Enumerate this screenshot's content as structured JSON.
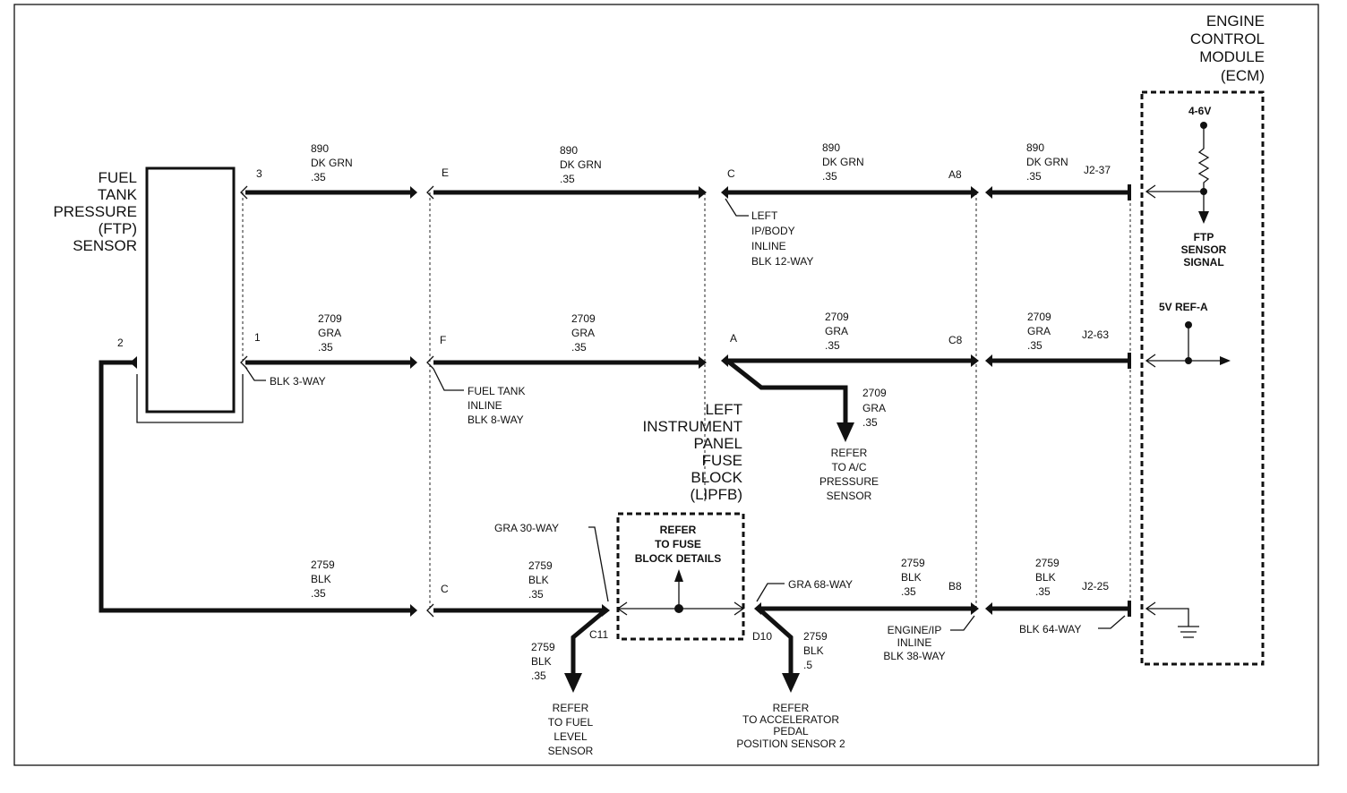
{
  "components": {
    "ecm": [
      "ENGINE",
      "CONTROL",
      "MODULE",
      "(ECM)"
    ],
    "ftp_sensor": [
      "FUEL",
      "TANK",
      "PRESSURE",
      "(FTP)",
      "SENSOR"
    ],
    "lipfb": [
      "LEFT",
      "INSTRUMENT",
      "PANEL",
      "FUSE",
      "BLOCK",
      "(LIPFB)"
    ],
    "fuse_block_ref": [
      "REFER",
      "TO FUSE",
      "BLOCK DETAILS"
    ],
    "ftp_signal": [
      "FTP",
      "SENSOR",
      "SIGNAL"
    ],
    "voltage": "4-6V",
    "ref_5v": "5V REF-A"
  },
  "pins": {
    "ftp_3": "3",
    "ftp_1": "1",
    "ftp_2": "2",
    "e": "E",
    "f": "F",
    "c1": "C",
    "c2": "C",
    "a": "A",
    "a8": "A8",
    "c8": "C8",
    "b8": "B8",
    "j2_37": "J2-37",
    "j2_63": "J2-63",
    "j2_25": "J2-25",
    "c11": "C11",
    "d10": "D10"
  },
  "connectors": {
    "blk_3way": "BLK 3-WAY",
    "fuel_tank_inline": [
      "FUEL TANK",
      "INLINE",
      "BLK 8-WAY"
    ],
    "left_ip_body": [
      "LEFT",
      "IP/BODY",
      "INLINE",
      "BLK 12-WAY"
    ],
    "gra_30way": "GRA 30-WAY",
    "gra_68way": "GRA 68-WAY",
    "engine_ip_inline": [
      "ENGINE/IP",
      "INLINE",
      "BLK 38-WAY"
    ],
    "blk_64way": "BLK 64-WAY"
  },
  "wires": {
    "w890_1": [
      "890",
      "DK GRN",
      ".35"
    ],
    "w890_2": [
      "890",
      "DK GRN",
      ".35"
    ],
    "w890_3": [
      "890",
      "DK GRN",
      ".35"
    ],
    "w890_4": [
      "890",
      "DK GRN",
      ".35"
    ],
    "w2709_1": [
      "2709",
      "GRA",
      ".35"
    ],
    "w2709_2": [
      "2709",
      "GRA",
      ".35"
    ],
    "w2709_3": [
      "2709",
      "GRA",
      ".35"
    ],
    "w2709_4": [
      "2709",
      "GRA",
      ".35"
    ],
    "w2709_branch": [
      "2709",
      "GRA",
      ".35"
    ],
    "w2759_1": [
      "2759",
      "BLK",
      ".35"
    ],
    "w2759_2": [
      "2759",
      "BLK",
      ".35"
    ],
    "w2759_3": [
      "2759",
      "BLK",
      ".35"
    ],
    "w2759_4": [
      "2759",
      "BLK",
      ".35"
    ],
    "w2759_c11": [
      "2759",
      "BLK",
      ".35"
    ],
    "w2759_d10": [
      "2759",
      "BLK",
      ".5"
    ]
  },
  "refs": {
    "ac_sensor": [
      "REFER",
      "TO A/C",
      "PRESSURE",
      "SENSOR"
    ],
    "fuel_level": [
      "REFER",
      "TO FUEL",
      "LEVEL",
      "SENSOR"
    ],
    "app_sensor": [
      "REFER",
      "TO ACCELERATOR",
      "PEDAL",
      "POSITION SENSOR 2"
    ]
  }
}
